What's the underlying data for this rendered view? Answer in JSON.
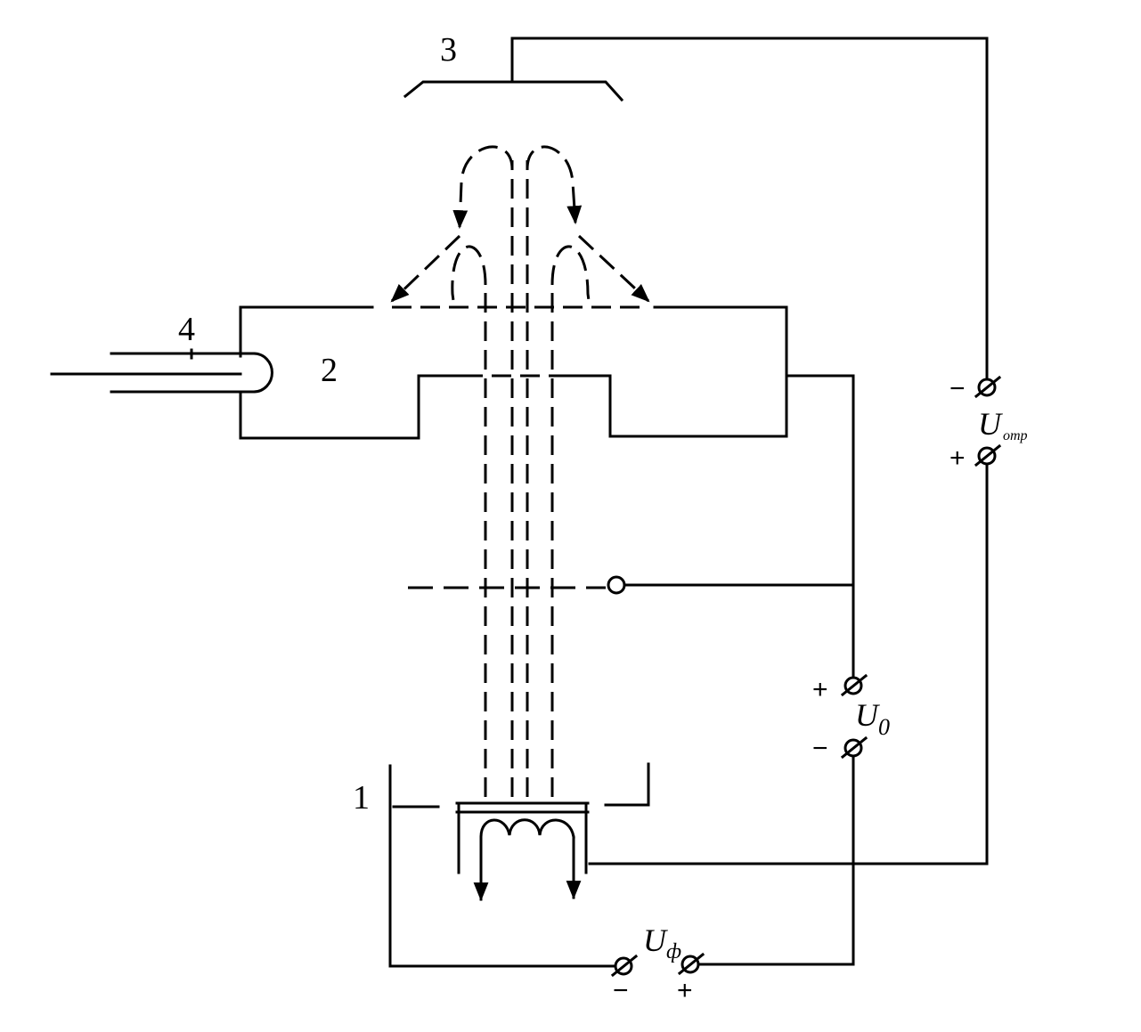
{
  "labels": {
    "cathode": "1",
    "target": "2",
    "collector": "3",
    "lead": "4"
  },
  "voltages": {
    "reflect": {
      "symbol": "U",
      "sub": "отр",
      "minus": "−",
      "plus": "+"
    },
    "anode": {
      "symbol": "U",
      "sub": "0",
      "minus": "−",
      "plus": "+"
    },
    "filament": {
      "symbol": "U",
      "sub": "ф",
      "minus": "−",
      "plus": "+"
    }
  }
}
